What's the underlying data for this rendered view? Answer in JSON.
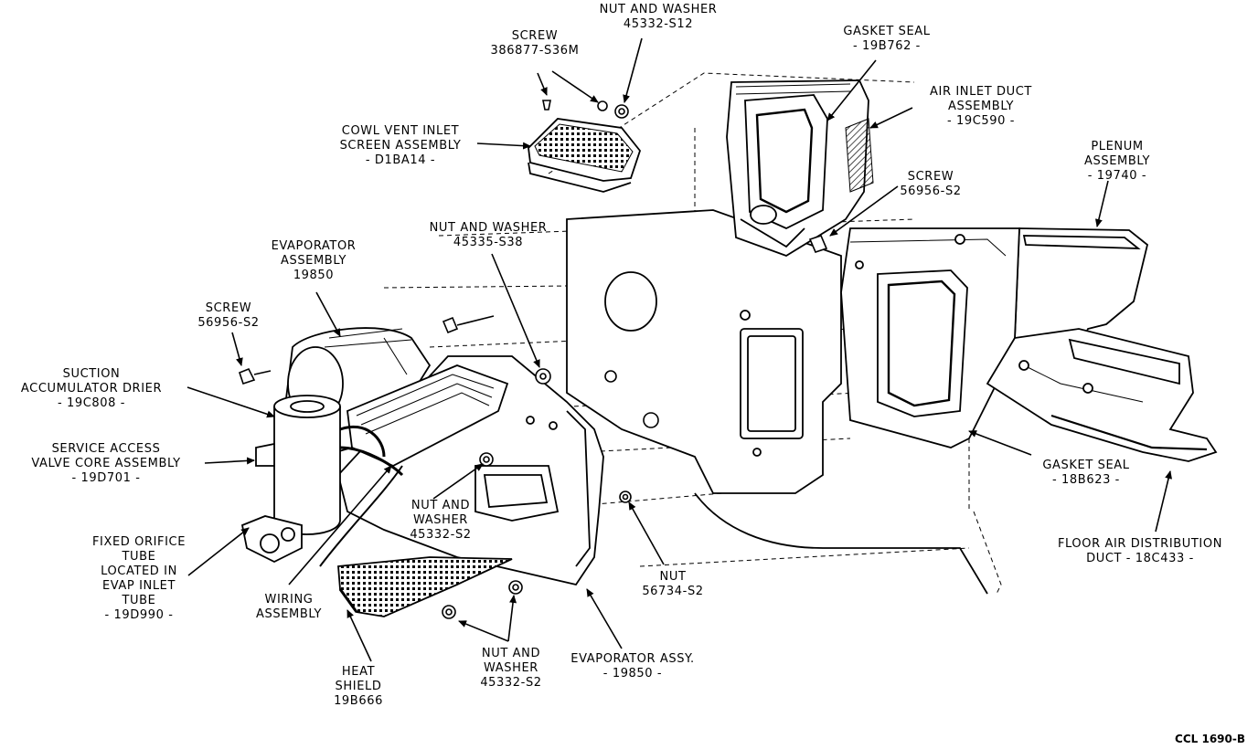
{
  "labels": {
    "screw_top": [
      "SCREW",
      "386877-S36M"
    ],
    "nut_washer_top": [
      "NUT AND WASHER",
      "45332-S12"
    ],
    "gasket_seal_top": [
      "GASKET SEAL",
      "- 19B762 -"
    ],
    "air_inlet_duct": [
      "AIR INLET DUCT",
      "ASSEMBLY",
      "- 19C590 -"
    ],
    "cowl_vent": [
      "COWL VENT INLET",
      "SCREEN ASSEMBLY",
      "- D1BA14 -"
    ],
    "plenum": [
      "PLENUM",
      "ASSEMBLY",
      "- 19740 -"
    ],
    "screw_right": [
      "SCREW",
      "56956-S2"
    ],
    "nut_washer_mid": [
      "NUT AND WASHER",
      "45335-S38"
    ],
    "evaporator_top": [
      "EVAPORATOR",
      "ASSEMBLY",
      "19850"
    ],
    "screw_left": [
      "SCREW",
      "56956-S2"
    ],
    "suction_accumulator": [
      "SUCTION",
      "ACCUMULATOR DRIER",
      "- 19C808 -"
    ],
    "service_access": [
      "SERVICE ACCESS",
      "VALVE CORE ASSEMBLY",
      "- 19D701 -"
    ],
    "fixed_orifice": [
      "FIXED ORIFICE",
      "TUBE",
      "LOCATED IN",
      "EVAP INLET",
      "TUBE",
      "- 19D990 -"
    ],
    "wiring": [
      "WIRING",
      "ASSEMBLY"
    ],
    "nut_washer_lower": [
      "NUT AND",
      "WASHER",
      "45332-S2"
    ],
    "nut_right": [
      "NUT",
      "56734-S2"
    ],
    "gasket_seal_bottom": [
      "GASKET SEAL",
      "- 18B623 -"
    ],
    "floor_air": [
      "FLOOR AIR DISTRIBUTION",
      "DUCT - 18C433 -"
    ],
    "heat_shield": [
      "HEAT",
      "SHIELD",
      "19B666"
    ],
    "nut_washer_bottom": [
      "NUT AND",
      "WASHER",
      "45332-S2"
    ],
    "evaporator_assy": [
      "EVAPORATOR ASSY.",
      "- 19850 -"
    ]
  },
  "drawing_code": "CCL 1690-B",
  "colors": {
    "ink": "#000000",
    "paper": "#ffffff"
  }
}
